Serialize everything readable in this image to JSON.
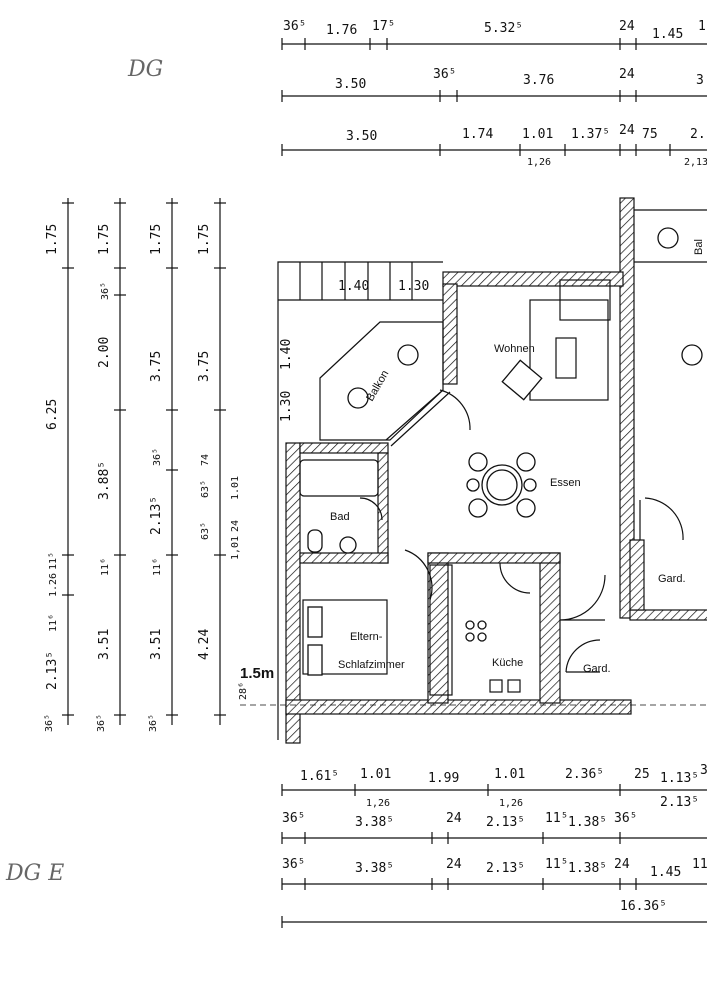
{
  "handwriting": {
    "top": "DG",
    "bottom": "DG E"
  },
  "dims_top_row1": [
    "36⁵",
    "1.76",
    "17⁵",
    "5.32⁵",
    "24",
    "1.45",
    "1"
  ],
  "dims_top_row2": [
    "3.50",
    "36⁵",
    "3.76",
    "24",
    "3"
  ],
  "dims_top_row3": [
    "3.50",
    "1.74",
    "1.01",
    "1.37⁵",
    "24",
    "75",
    "2.",
    "1,26",
    "2,13"
  ],
  "dims_left_col1": [
    "1.75",
    "6.25",
    "2.13⁵",
    "11⁶",
    "1.26",
    "11⁵",
    "36⁵"
  ],
  "dims_left_col2": [
    "1.75",
    "36⁵",
    "2.00",
    "3.88⁵",
    "11⁶",
    "3.51",
    "36⁵"
  ],
  "dims_left_col3": [
    "1.75",
    "3.75",
    "36⁵",
    "2.13⁵",
    "11⁶",
    "3.51",
    "36⁵"
  ],
  "dims_left_col4": [
    "1.75",
    "3.75",
    "74",
    "63⁵",
    "63⁵",
    "4.24",
    "1.01",
    "1,01",
    "24"
  ],
  "dims_inner": [
    "1.40",
    "1.30",
    "1.40",
    "1.30"
  ],
  "rooms": {
    "wohnen": "Wohnen",
    "essen": "Essen",
    "balkon": "Balkon",
    "bad": "Bad",
    "eltern": "Eltern-",
    "schlaf": "Schlafzimmer",
    "kueche": "Küche",
    "gard1": "Gard.",
    "gard2": "Gard.",
    "bal": "Bal"
  },
  "scale_label": "1.5m",
  "scale_sub": "28⁶",
  "dims_bottom_row1": [
    "1.61⁵",
    "1.01",
    "1.99",
    "1.01",
    "2.36⁵",
    "25",
    "1.13⁵",
    "3",
    "1,26",
    "1,26",
    "2.13⁵"
  ],
  "dims_bottom_row2": [
    "36⁵",
    "3.38⁵",
    "24",
    "2.13⁵",
    "11⁵",
    "1.38⁵",
    "36⁵"
  ],
  "dims_bottom_row3": [
    "36⁵",
    "3.38⁵",
    "24",
    "2.13⁵",
    "11⁵",
    "1.38⁵",
    "24",
    "1.45",
    "11"
  ],
  "dims_bottom_row4": [
    "16.36⁵"
  ]
}
